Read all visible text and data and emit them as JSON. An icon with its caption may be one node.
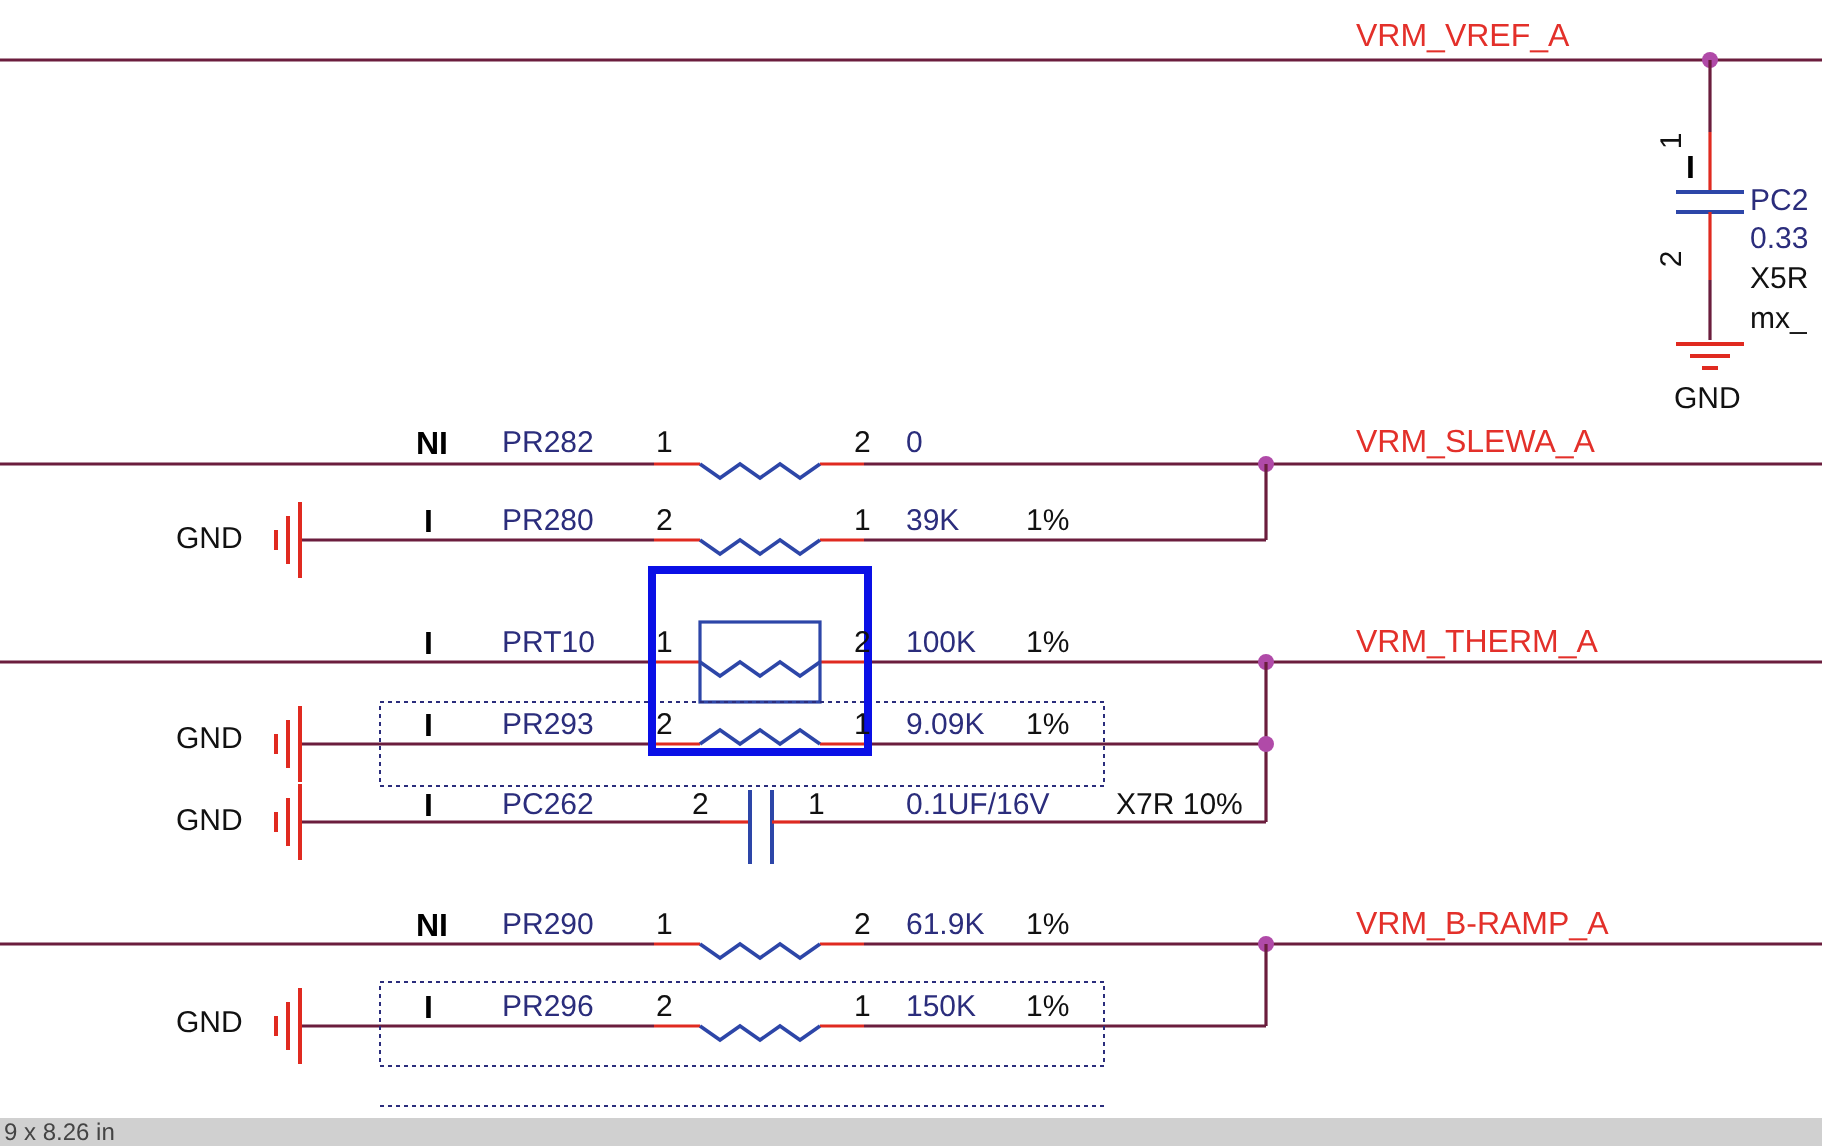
{
  "diagram": {
    "labels": [
      "VRM_VREF_A",
      "1",
      "I",
      "PC2",
      "0.33",
      "2",
      "X5R",
      "mx_",
      "GND",
      "NI",
      "PR282",
      "1",
      "2",
      "0",
      "VRM_SLEWA_A",
      "GND",
      "I",
      "PR280",
      "2",
      "1",
      "39K",
      "1%",
      "I",
      "PRT10",
      "1",
      "2",
      "100K",
      "1%",
      "VRM_THERM_A",
      "GND",
      "I",
      "PR293",
      "2",
      "1",
      "9.09K",
      "1%",
      "GND",
      "I",
      "PC262",
      "2",
      "1",
      "0.1UF/16V",
      "X7R 10%",
      "NI",
      "PR290",
      "1",
      "2",
      "61.9K",
      "1%",
      "VRM_B-RAMP_A",
      "GND",
      "I",
      "PR296",
      "2",
      "1",
      "150K",
      "1%",
      "9 x 8.26 in"
    ]
  }
}
